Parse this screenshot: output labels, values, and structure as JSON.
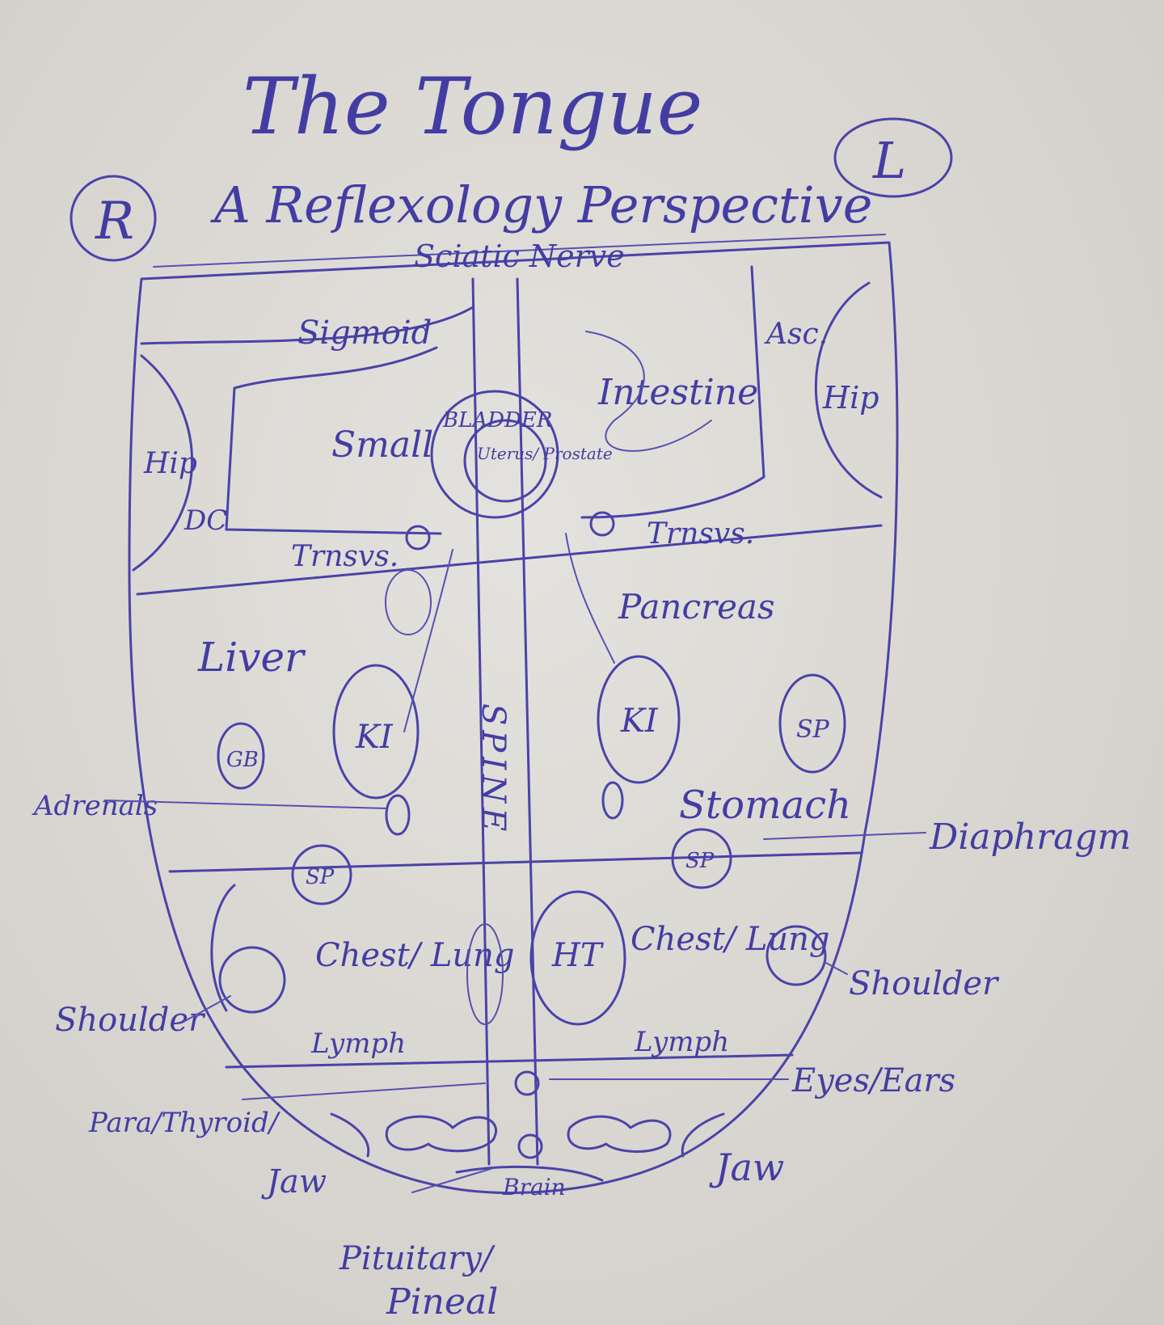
{
  "title": "The Tongue",
  "subtitle": "A Reflexology Perspective",
  "sides": {
    "right_marker": "R",
    "left_marker": "L"
  },
  "labels": {
    "sciatic_nerve": "Sciatic Nerve",
    "sigmoid": "Sigmoid",
    "small": "Small",
    "intestine": "Intestine",
    "asc": "Asc.",
    "hip_right": "Hip",
    "hip_left": "Hip",
    "dc": "DC",
    "bladder": "BLADDER",
    "uterus_prostate": "Uterus/ Prostate",
    "transvs_right": "Trnsvs.",
    "transvs_left": "Trnsvs.",
    "pancreas": "Pancreas",
    "liver": "Liver",
    "gb": "GB",
    "ki_right": "KI",
    "ki_left": "KI",
    "sp_upper": "SP",
    "adrenals": "Adrenals",
    "stomach": "Stomach",
    "diaphragm": "Diaphragm",
    "sp_right": "SP",
    "sp_left": "SP",
    "spine": "SPINE",
    "ht": "HT",
    "chest_lung_right": "Chest/ Lung",
    "chest_lung_left": "Chest/ Lung",
    "shoulder_right": "Shoulder",
    "shoulder_left": "Shoulder",
    "lymph_right": "Lymph",
    "lymph_left": "Lymph",
    "eyes_ears": "Eyes/Ears",
    "para_thyroid": "Para/Thyroid/",
    "jaw_right": "Jaw",
    "jaw_left": "Jaw",
    "brain": "Brain",
    "pituitary_pineal": "Pituitary/ Pineal"
  },
  "colors": {
    "ink": "#4a43a8",
    "paper": "#dedbd6"
  }
}
